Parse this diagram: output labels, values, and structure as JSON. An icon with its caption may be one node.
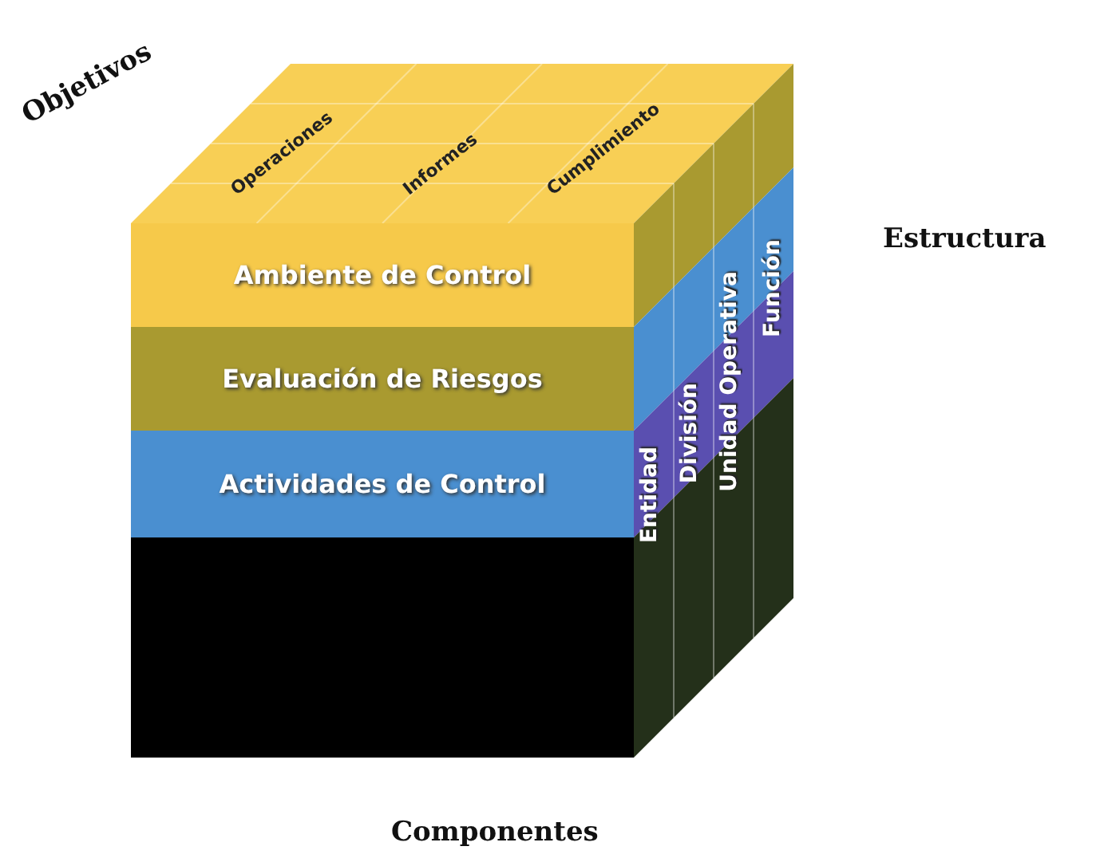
{
  "diagram": {
    "nodes": [
      {
        "text": [
          "Ambiente de Control"
        ]
      },
      {
        "text": [
          "Evaluación de Riesgos"
        ]
      },
      {
        "text": [
          "Actividades de Control"
        ]
      },
      {
        "text": [],
        "shape": "box"
      },
      {
        "text": [
          "Operaciones"
        ]
      },
      {
        "text": [
          "Informes"
        ]
      },
      {
        "text": [
          "Cumplimiento"
        ]
      },
      {
        "text": [
          "Entidad"
        ]
      },
      {
        "text": [
          "División"
        ]
      },
      {
        "text": [
          "Unidad Operativa"
        ]
      },
      {
        "text": [
          "Función"
        ]
      }
    ],
    "edges": [],
    "labels": [
      "Objetivos",
      "Estructura",
      "Componentes"
    ]
  }
}
